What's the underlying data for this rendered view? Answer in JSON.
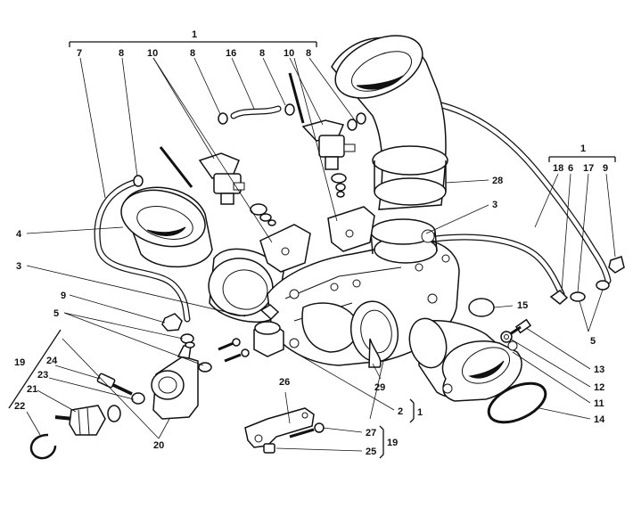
{
  "callouts": {
    "top_group": "1",
    "top_7": "7",
    "top_8a": "8",
    "top_10a": "10",
    "top_8b": "8",
    "top_16": "16",
    "top_8c": "8",
    "top_10b": "10",
    "top_8d": "8",
    "right_group": "1",
    "right_18": "18",
    "right_6": "6",
    "right_17": "17",
    "right_9": "9",
    "c28": "28",
    "c3_right": "3",
    "c4": "4",
    "c3_left": "3",
    "c9_left": "9",
    "c5_left": "5",
    "c15": "15",
    "c5_right": "5",
    "c13": "13",
    "c12": "12",
    "c11": "11",
    "c14": "14",
    "c19_left": "19",
    "c24": "24",
    "c23": "23",
    "c21": "21",
    "c22": "22",
    "c20": "20",
    "c26": "26",
    "c29": "29",
    "c2": "2",
    "c1_bracket": "1",
    "c27": "27",
    "c25": "25",
    "c19_bracket": "19"
  }
}
